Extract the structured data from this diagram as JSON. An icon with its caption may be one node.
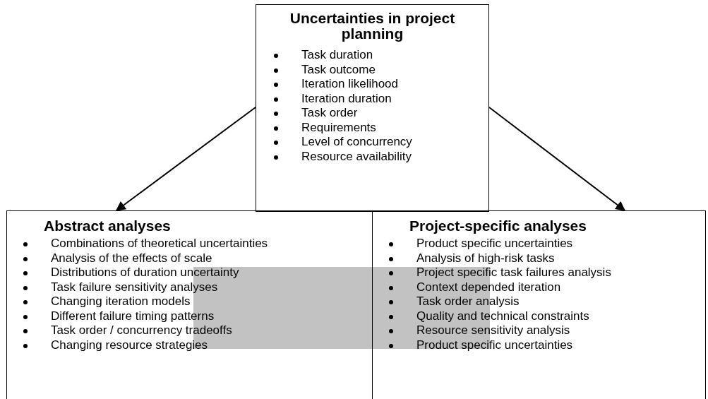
{
  "diagram": {
    "nodes": [
      {
        "text": [
          "Uncertainties in project planning",
          "Task duration",
          "Task outcome",
          "Iteration likelihood",
          "Iteration duration",
          "Task order",
          "Requirements",
          "Level of concurrency",
          "Resource availability"
        ]
      },
      {
        "text": [
          "Abstract analyses",
          "Combinations of theoretical uncertainties",
          "Analysis of the effects of scale",
          "Distributions of duration uncertainty",
          "Task failure sensitivity analyses",
          "Changing iteration models",
          "Different failure timing patterns",
          "Task order / concurrency tradeoffs",
          "Changing resource strategies"
        ]
      },
      {
        "text": [
          "Project-specific analyses",
          "Product specific uncertainties",
          "Analysis of high-risk tasks",
          "Project specific task failures analysis",
          "Context depended iteration",
          "Task order analysis",
          "Quality and technical constraints",
          "Resource sensitivity analysis",
          "Product specific uncertainties"
        ]
      }
    ],
    "edges": [
      {
        "from": 0,
        "to": 1,
        "arrow": "to"
      },
      {
        "from": 0,
        "to": 2,
        "arrow": "to"
      }
    ]
  }
}
